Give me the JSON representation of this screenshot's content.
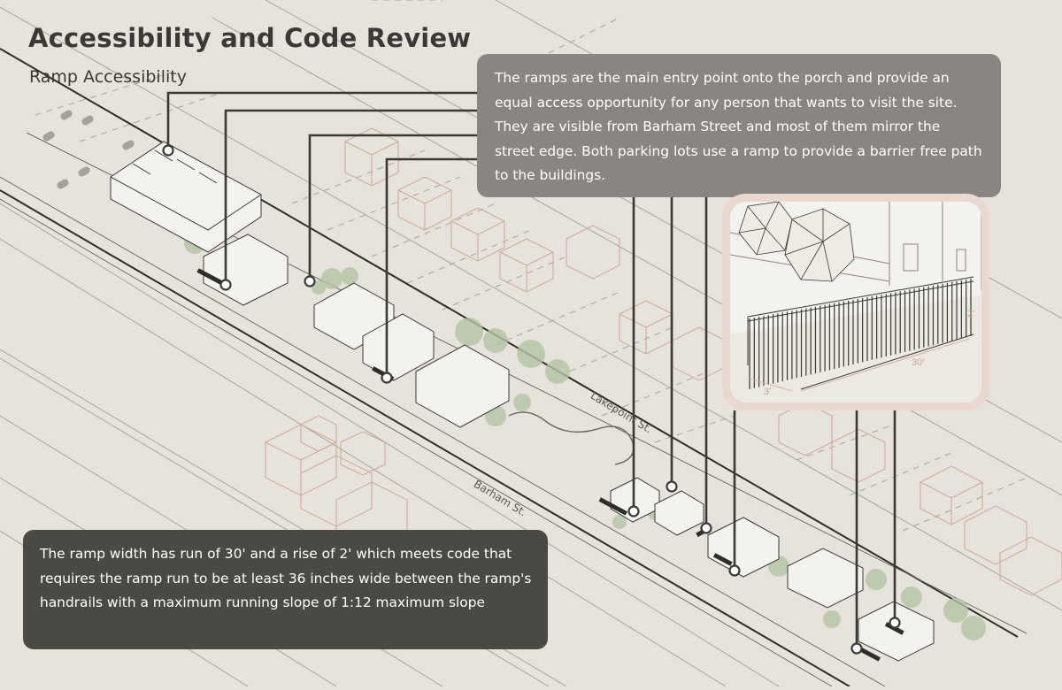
{
  "header": {
    "title": "Accessibility and Code Review",
    "subtitle": "Ramp Accessibility"
  },
  "callouts": {
    "top": "The ramps are the main entry point onto the porch and provide an equal access opportunity for any person that wants to visit the site. They are visible from Barham Street and most of them mirror the street edge. Both parking lots use a ramp to provide a barrier free path to the buildings.",
    "bottom": "The ramp width has run of 30' and a rise of 2' which meets code that requires the ramp run to be at least 36 inches wide between the ramp's handrails with a maximum running slope of 1:12 maximum slope"
  },
  "streets": {
    "lakepoint": "Lakepoint St.",
    "barham": "Barham St."
  },
  "ramp_photo": {
    "rise_label": "2'",
    "run_label": "30'",
    "width_label": "3'"
  },
  "colors": {
    "background": "#e7e3dc",
    "callout_top": "#8a8580",
    "callout_bottom": "#4b4944",
    "photo_frame": "#e8d8d0",
    "leader_line": "#3a3936",
    "vegetation": "#b5c4a4",
    "building_outline": "#c9a898"
  }
}
